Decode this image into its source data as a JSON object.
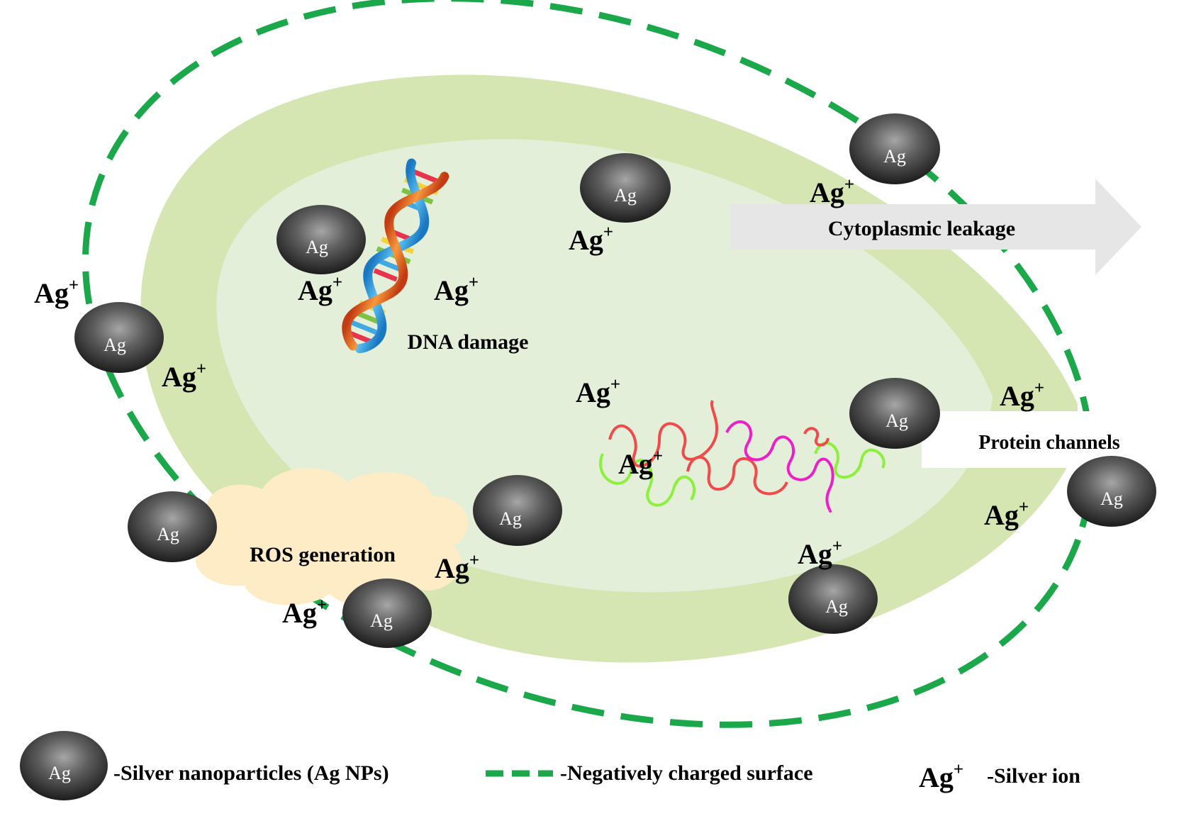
{
  "colors": {
    "membrane": "#1aa84b",
    "cell_wall": "#d5e6b2",
    "cytoplasm": "#e4efd9",
    "nanoparticle": "#595959",
    "ros_cloud": "#fdecc6",
    "arrow": "#e6e6e6",
    "helix_red": "#f04a4a",
    "helix_pink": "#ee1fc8",
    "helix_green": "#8cf03c"
  },
  "particle_label": "Ag",
  "ion": {
    "base": "Ag",
    "charge": "+"
  },
  "processes": {
    "dna_damage": "DNA damage",
    "cytoplasmic_leakage": "Cytoplasmic leakage",
    "protein_channels": "Protein channels",
    "ros_generation": "ROS generation"
  },
  "icons": {
    "dna": "dna-double-helix-icon",
    "protein": "protein-alpha-helix-icon",
    "nanoparticle": "silver-nanoparticle-icon",
    "arrow": "right-arrow-icon",
    "cloud": "cloud-icon"
  },
  "legend": {
    "nanoparticle_text": "-Silver nanoparticles (Ag NPs)",
    "membrane_text": "-Negatively charged surface",
    "ion_text": "-Silver ion"
  }
}
